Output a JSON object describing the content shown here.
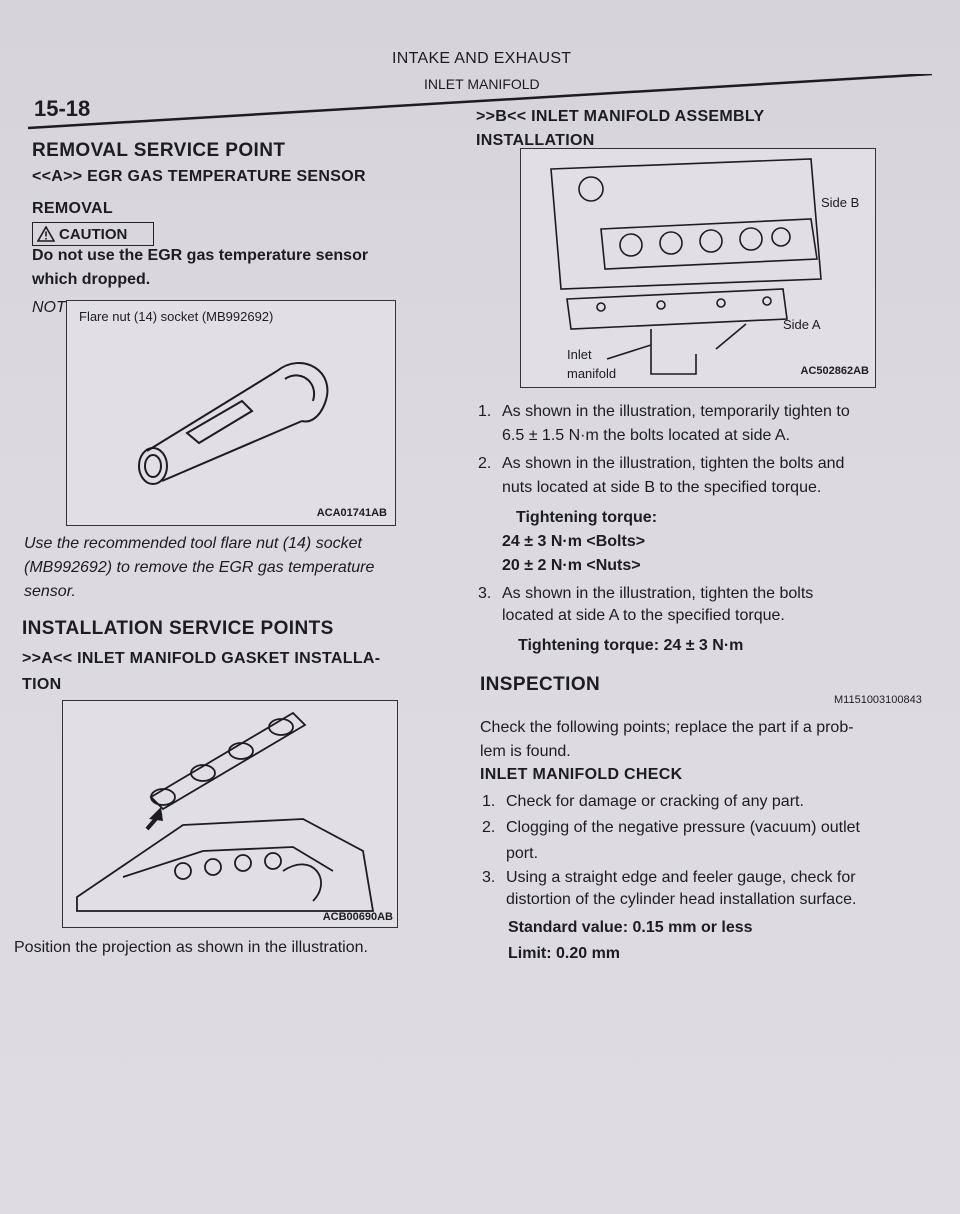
{
  "header": {
    "page_number": "15-18",
    "chapter": "INTAKE AND EXHAUST",
    "section": "INLET MANIFOLD"
  },
  "left": {
    "removal_title": "REMOVAL SERVICE POINT",
    "removal_sub_line1": "<<A>> EGR GAS TEMPERATURE SENSOR",
    "removal_sub_line2": "REMOVAL",
    "caution_label": "CAUTION",
    "caution_line1": "Do not use the EGR gas temperature sensor",
    "caution_line2": "which dropped.",
    "note_label": "NOTE:",
    "fig1_caption": "Flare nut (14) socket (MB992692)",
    "fig1_code": "ACA01741AB",
    "note_line1": "Use the recommended tool flare nut (14) socket",
    "note_line2": "(MB992692) to remove the EGR gas temperature",
    "note_line3": "sensor.",
    "install_title": "INSTALLATION SERVICE POINTS",
    "install_sub_line1": ">>A<< INLET MANIFOLD GASKET INSTALLA-",
    "install_sub_line2": "TION",
    "fig2_code": "ACB00690AB",
    "fig2_text": "Position the projection as shown in the illustration."
  },
  "right": {
    "assembly_line1": ">>B<< INLET MANIFOLD ASSEMBLY",
    "assembly_line2": "INSTALLATION",
    "fig3_side_b": "Side B",
    "fig3_side_a": "Side A",
    "fig3_inlet_1": "Inlet",
    "fig3_inlet_2": "manifold",
    "fig3_code": "AC502862AB",
    "step1_num": "1.",
    "step1_line1": "As shown in the illustration, temporarily tighten to",
    "step1_line2": "6.5 ± 1.5 N·m the bolts located at side A.",
    "step2_num": "2.",
    "step2_line1": "As shown in the illustration, tighten the bolts and",
    "step2_line2": "nuts located at side B to the specified torque.",
    "torque_label": "Tightening torque:",
    "torque_bolts": "24 ± 3 N·m <Bolts>",
    "torque_nuts": "20 ± 2 N·m <Nuts>",
    "step3_num": "3.",
    "step3_line1": "As shown in the illustration, tighten the bolts",
    "step3_line2": "located at side A to the specified torque.",
    "torque3": "Tightening torque: 24 ± 3 N·m",
    "inspection_title": "INSPECTION",
    "inspection_code": "M1151003100843",
    "inspection_line1": "Check the following points; replace the part if a prob-",
    "inspection_line2": "lem is found.",
    "check_title": "INLET MANIFOLD CHECK",
    "check1_num": "1.",
    "check1": "Check for damage or cracking of any part.",
    "check2_num": "2.",
    "check2_line1": "Clogging of the negative pressure (vacuum) outlet",
    "check2_line2": "port.",
    "check3_num": "3.",
    "check3_line1": "Using a straight edge and feeler gauge, check for",
    "check3_line2": "distortion of the cylinder head installation surface.",
    "standard": "Standard value: 0.15 mm or less",
    "limit": "Limit: 0.20 mm"
  },
  "colors": {
    "paper": "#dcd9e0",
    "ink": "#1c1c22"
  }
}
